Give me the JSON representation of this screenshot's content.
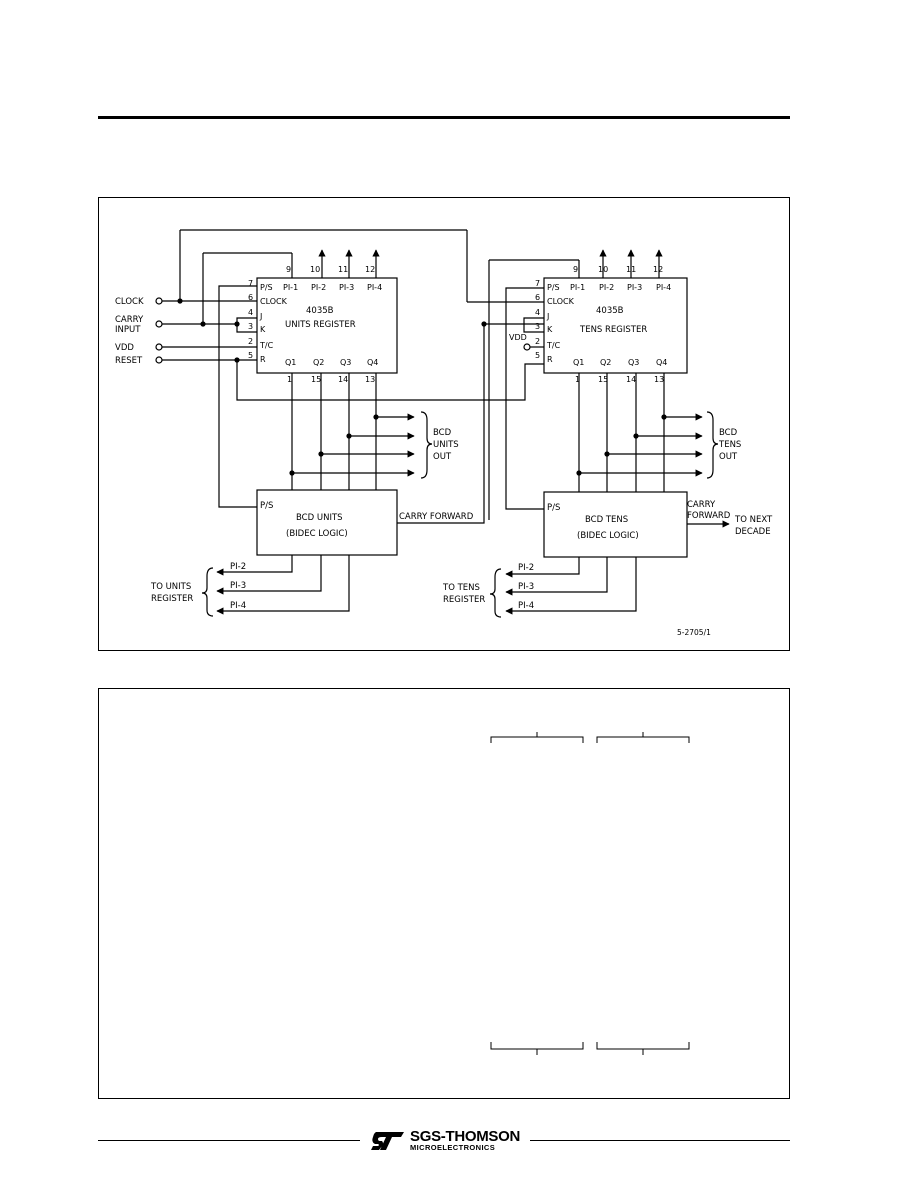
{
  "figure1": {
    "inputs": {
      "clock": "CLOCK",
      "carry_input_line1": "CARRY",
      "carry_input_line2": "INPUT",
      "vdd": "VDD",
      "reset": "RESET"
    },
    "units_register": {
      "part": "4035B",
      "name": "UNITS  REGISTER",
      "left_pins": [
        {
          "num": "7",
          "label": "P/S"
        },
        {
          "num": "6",
          "label": "CLOCK"
        },
        {
          "num": "4",
          "label": "J"
        },
        {
          "num": "3",
          "label": "K"
        },
        {
          "num": "2",
          "label": "T/C"
        },
        {
          "num": "5",
          "label": "R"
        }
      ],
      "top_pins": [
        {
          "num": "9",
          "label": "PI-1"
        },
        {
          "num": "10",
          "label": "PI-2"
        },
        {
          "num": "11",
          "label": "PI-3"
        },
        {
          "num": "12",
          "label": "PI-4"
        }
      ],
      "bottom_pins": [
        {
          "num": "1",
          "label": "Q1"
        },
        {
          "num": "15",
          "label": "Q2"
        },
        {
          "num": "14",
          "label": "Q3"
        },
        {
          "num": "13",
          "label": "Q4"
        }
      ]
    },
    "tens_register": {
      "part": "4035B",
      "name": "TENS  REGISTER",
      "vdd_label": "VDD",
      "left_pins": [
        {
          "num": "7",
          "label": "P/S"
        },
        {
          "num": "6",
          "label": "CLOCK"
        },
        {
          "num": "4",
          "label": "J"
        },
        {
          "num": "3",
          "label": "K"
        },
        {
          "num": "2",
          "label": "T/C"
        },
        {
          "num": "5",
          "label": "R"
        }
      ],
      "top_pins": [
        {
          "num": "9",
          "label": "PI-1"
        },
        {
          "num": "10",
          "label": "PI-2"
        },
        {
          "num": "11",
          "label": "PI-3"
        },
        {
          "num": "12",
          "label": "PI-4"
        }
      ],
      "bottom_pins": [
        {
          "num": "1",
          "label": "Q1"
        },
        {
          "num": "15",
          "label": "Q2"
        },
        {
          "num": "14",
          "label": "Q3"
        },
        {
          "num": "13",
          "label": "Q4"
        }
      ]
    },
    "bcd_units_out": [
      "BCD",
      "UNITS",
      "OUT"
    ],
    "bcd_tens_out": [
      "BCD",
      "TENS",
      "OUT"
    ],
    "units_logic": {
      "ps": "P/S",
      "title": "BCD  UNITS",
      "subtitle": "(BIDEC  LOGIC)",
      "carry": "CARRY  FORWARD"
    },
    "tens_logic": {
      "ps": "P/S",
      "title": "BCD  TENS",
      "subtitle": "(BIDEC  LOGIC)",
      "carry_line1": "CARRY",
      "carry_line2": "FORWARD"
    },
    "to_next_decade": [
      "TO  NEXT",
      "DECADE"
    ],
    "units_feedback": {
      "lines": [
        "PI-2",
        "PI-3",
        "PI-4"
      ],
      "target_line1": "TO UNITS",
      "target_line2": "REGISTER"
    },
    "tens_feedback": {
      "lines": [
        "PI-2",
        "PI-3",
        "PI-4"
      ],
      "target_line1": "TO TENS",
      "target_line2": "REGISTER"
    },
    "figure_code": "5-2705/1"
  },
  "footer": {
    "brand": "SGS-THOMSON",
    "sub": "MICROELECTRONICS"
  }
}
